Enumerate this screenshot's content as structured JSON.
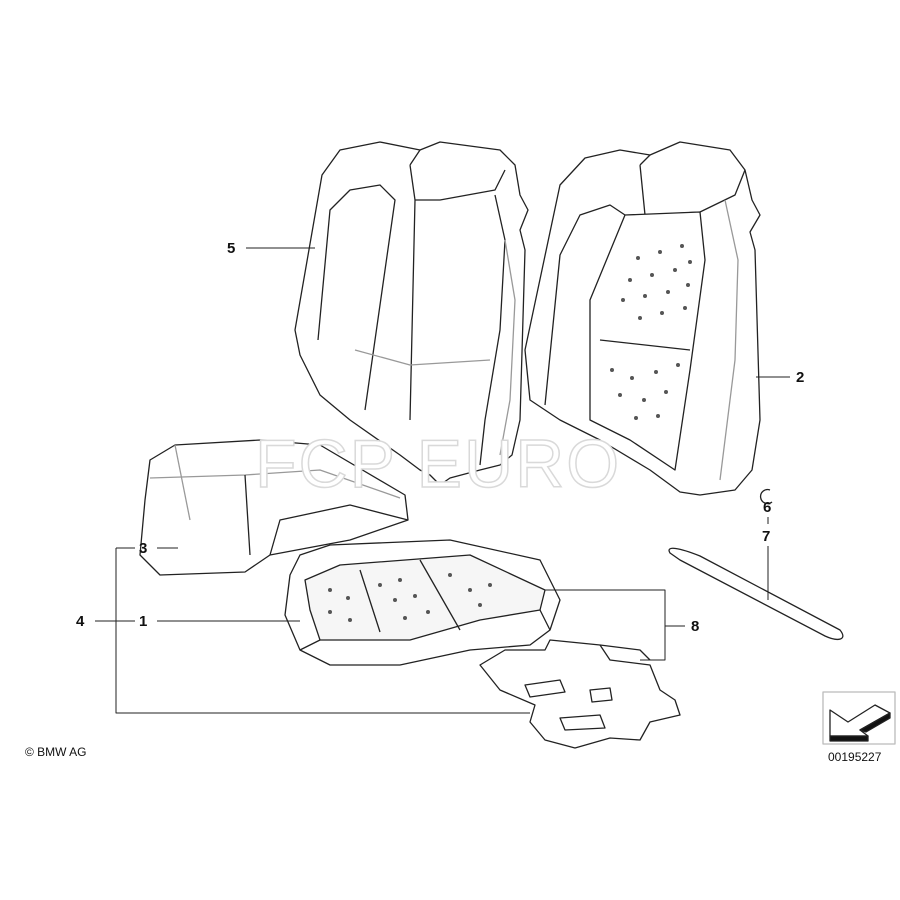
{
  "diagram": {
    "callouts": [
      "5",
      "2",
      "6",
      "7",
      "3",
      "4",
      "1",
      "8"
    ],
    "copyright": "© BMW AG",
    "diagram_number": "00195227",
    "watermark": "FCP EURO",
    "colors": {
      "line": "#222222",
      "fill": "#ffffff",
      "shade": "#eeeeee"
    }
  }
}
